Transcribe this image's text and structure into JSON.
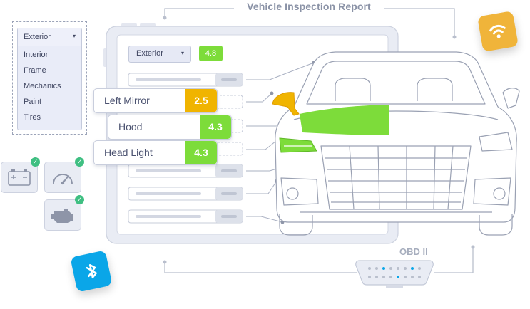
{
  "header": {
    "title": "Vehicle Inspection Report"
  },
  "menu": {
    "selected": "Exterior",
    "caret": "▾",
    "items": [
      "Interior",
      "Frame",
      "Mechanics",
      "Paint",
      "Tires"
    ]
  },
  "tablet": {
    "dropdown_value": "Exterior",
    "caret": "▾",
    "overall_score": "4.8"
  },
  "callouts": [
    {
      "label": "Left Mirror",
      "value": "2.5",
      "status_color": "#f0b400"
    },
    {
      "label": "Hood",
      "value": "4.3",
      "status_color": "#7ddc3a"
    },
    {
      "label": "Head Light",
      "value": "4.3",
      "status_color": "#7ddc3a"
    }
  ],
  "obd": {
    "label": "OBD II"
  },
  "sensors": [
    {
      "icon": "battery-icon",
      "checked": true
    },
    {
      "icon": "speedometer-icon",
      "checked": true
    },
    {
      "icon": "engine-icon",
      "checked": true
    }
  ],
  "badges": {
    "wifi": "wifi-icon",
    "bluetooth": "bluetooth-icon"
  },
  "colors": {
    "highlight_green": "#7ddc3a",
    "highlight_yellow": "#f0b400",
    "wifi_badge": "#f0b43a",
    "bluetooth_badge": "#0aa6e8",
    "check": "#3fbf82",
    "line": "#a9b0c2"
  }
}
